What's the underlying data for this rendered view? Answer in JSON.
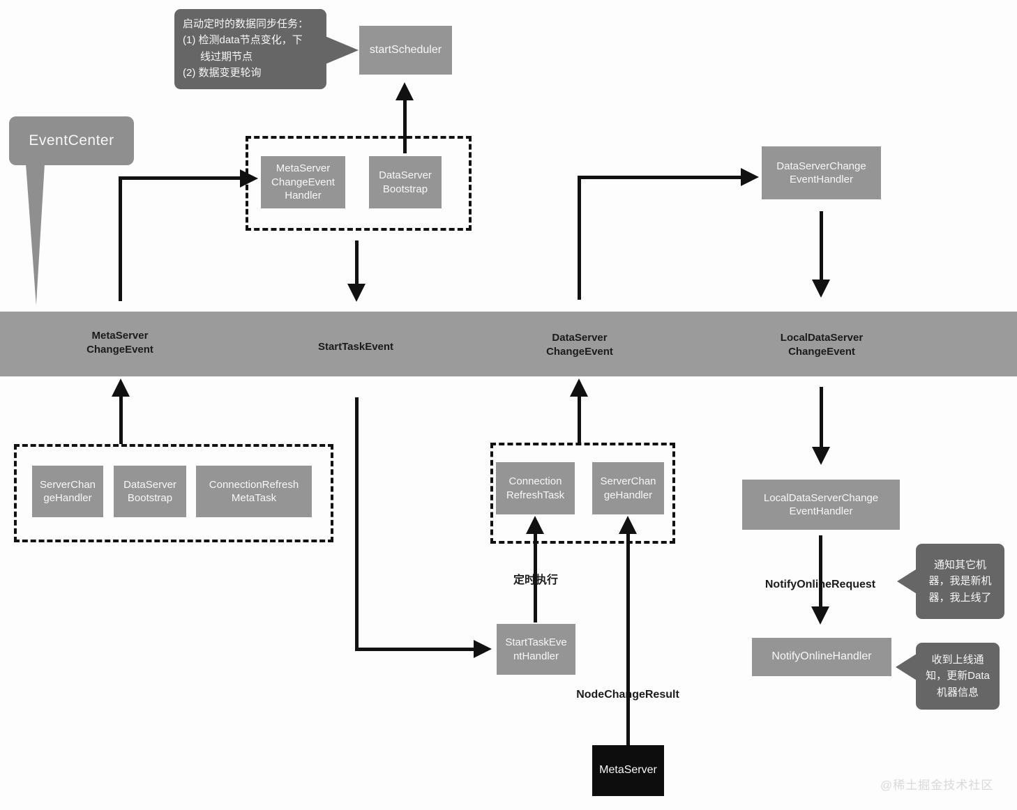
{
  "colors": {
    "box": "#959595",
    "bar": "#9b9b9b",
    "callout": "#666666",
    "event-center": "#8f8f8f",
    "black-box": "#0d0d0d",
    "arrow": "#111111",
    "bar-text": "#1b1b1b",
    "box-text": "#f7f7f7",
    "watermark": "#d9d9d9"
  },
  "event_center": {
    "label": "EventCenter"
  },
  "bar": {
    "meta_server_change_event": "MetaServer\nChangeEvent",
    "start_task_event": "StartTaskEvent",
    "data_server_change_event": "DataServer\nChangeEvent",
    "local_data_server_change_event": "LocalDataServer\nChangeEvent"
  },
  "boxes": {
    "start_scheduler": "startScheduler",
    "meta_server_change_event_handler": "MetaServer\nChangeEvent\nHandler",
    "data_server_bootstrap_top": "DataServer\nBootstrap",
    "data_server_change_event_handler": "DataServerChange\nEventHandler",
    "server_change_handler_left": "ServerChan\ngeHandler",
    "data_server_bootstrap_left": "DataServer\nBootstrap",
    "connection_refresh_meta_task": "ConnectionRefresh\nMetaTask",
    "connection_refresh_task": "Connection\nRefreshTask",
    "server_change_handler_mid": "ServerChan\ngeHandler",
    "start_task_event_handler": "StartTaskEve\nntHandler",
    "local_data_server_change_event_handler": "LocalDataServerChange\nEventHandler",
    "notify_online_handler": "NotifyOnlineHandler",
    "meta_server": "MetaServer"
  },
  "labels": {
    "scheduled_run": "定时执行",
    "node_change_result": "NodeChangeResult",
    "notify_online_request": "NotifyOnlineRequest"
  },
  "callouts": {
    "scheduler_note": "启动定时的数据同步任务：\n(1) 检测data节点变化，下\n      线过期节点\n(2) 数据变更轮询",
    "notify_online_note": "通知其它机\n器，我是新机\n器，我上线了",
    "online_received_note": "收到上线通\n知，更新Data\n机器信息"
  },
  "watermark": "@稀土掘金技术社区"
}
